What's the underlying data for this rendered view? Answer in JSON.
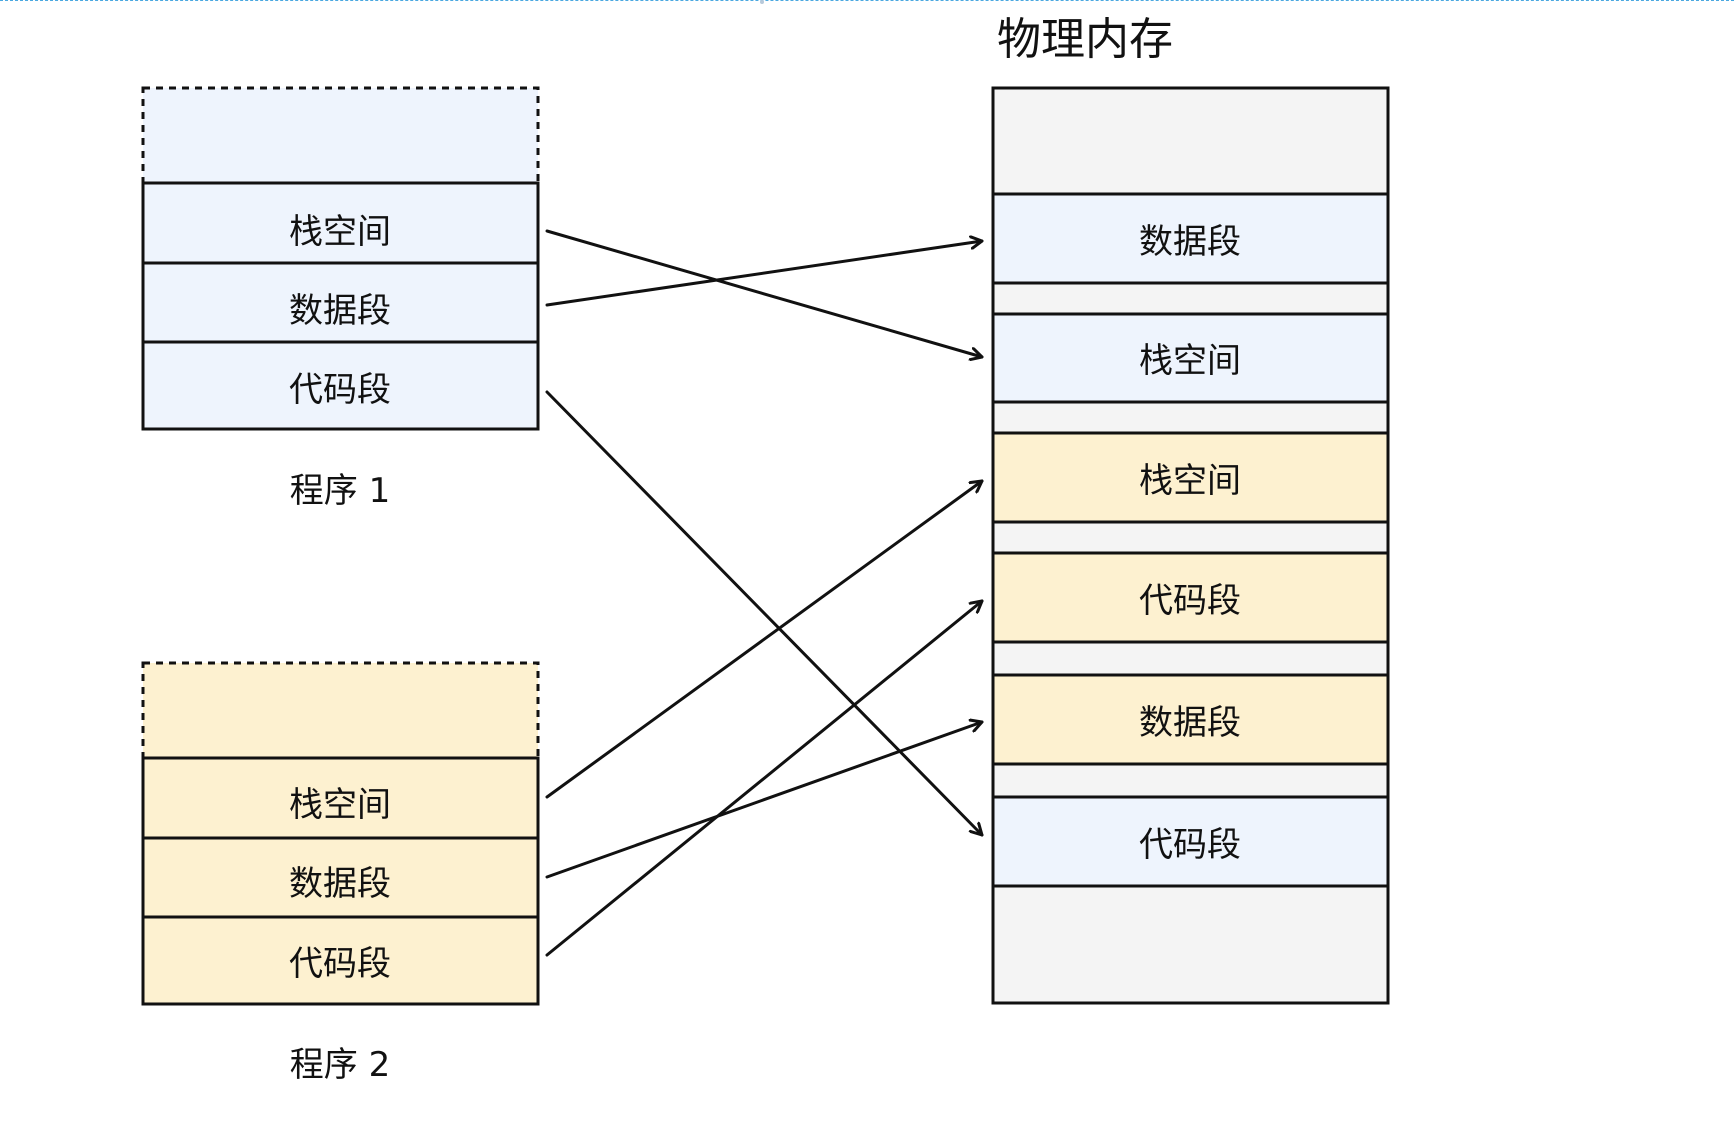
{
  "title": "物理内存",
  "programs": [
    {
      "label": "程序 1",
      "fill": "#eef4fd",
      "segments": [
        "栈空间",
        "数据段",
        "代码段"
      ]
    },
    {
      "label": "程序 2",
      "fill": "#fdf1d0",
      "segments": [
        "栈空间",
        "数据段",
        "代码段"
      ]
    }
  ],
  "memory": {
    "background": "#f4f4f4",
    "blocks": [
      {
        "label": "数据段",
        "owner": "程序 1",
        "fill": "#eef4fd"
      },
      {
        "label": "栈空间",
        "owner": "程序 1",
        "fill": "#eef4fd"
      },
      {
        "label": "栈空间",
        "owner": "程序 2",
        "fill": "#fdf1d0"
      },
      {
        "label": "代码段",
        "owner": "程序 2",
        "fill": "#fdf1d0"
      },
      {
        "label": "数据段",
        "owner": "程序 2",
        "fill": "#fdf1d0"
      },
      {
        "label": "代码段",
        "owner": "程序 1",
        "fill": "#eef4fd"
      }
    ]
  },
  "mappings": [
    {
      "from": "程序 1 栈空间",
      "to": "物理内存 栈空间 (程序 1)"
    },
    {
      "from": "程序 1 数据段",
      "to": "物理内存 数据段 (程序 1)"
    },
    {
      "from": "程序 1 代码段",
      "to": "物理内存 代码段 (程序 1)"
    },
    {
      "from": "程序 2 栈空间",
      "to": "物理内存 栈空间 (程序 2)"
    },
    {
      "from": "程序 2 数据段",
      "to": "物理内存 数据段 (程序 2)"
    },
    {
      "from": "程序 2 代码段",
      "to": "物理内存 代码段 (程序 2)"
    }
  ]
}
